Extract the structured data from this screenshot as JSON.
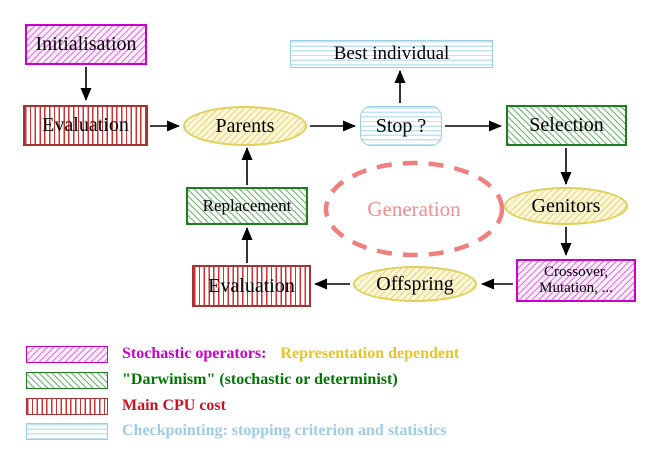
{
  "figure": {
    "nodes": {
      "initialisation": {
        "label": "Initialisation"
      },
      "evaluation_top": {
        "label": "Evaluation"
      },
      "parents": {
        "label": "Parents"
      },
      "best_individual": {
        "label": "Best individual"
      },
      "stop": {
        "label": "Stop ?"
      },
      "selection": {
        "label": "Selection"
      },
      "genitors": {
        "label": "Genitors"
      },
      "crossover_mutation": {
        "line1": "Crossover,",
        "line2": "Mutation, ..."
      },
      "offspring": {
        "label": "Offspring"
      },
      "evaluation_bottom": {
        "label": "Evaluation"
      },
      "replacement": {
        "label": "Replacement"
      },
      "generation": {
        "label": "Generation"
      }
    },
    "legend": {
      "items": [
        {
          "swatch": "magenta-diagonal-hatch",
          "label": "Stochastic operators:",
          "label_secondary": "Representation dependent"
        },
        {
          "swatch": "green-diagonal-hatch",
          "label": "\"Darwinism\" (stochastic or determinist)"
        },
        {
          "swatch": "red-vertical-lines",
          "label": "Main CPU cost"
        },
        {
          "swatch": "cyan-horizontal-lines",
          "label": "Checkpointing: stopping criterion and statistics"
        }
      ]
    },
    "colors": {
      "magenta": "#cc00cc",
      "gold": "#e8c428",
      "green": "#007700",
      "red": "#cc1122",
      "light_blue": "#9fcbe4",
      "yellow": "#e0cf58",
      "salmon": "#f08080",
      "arrow": "#000000"
    }
  }
}
